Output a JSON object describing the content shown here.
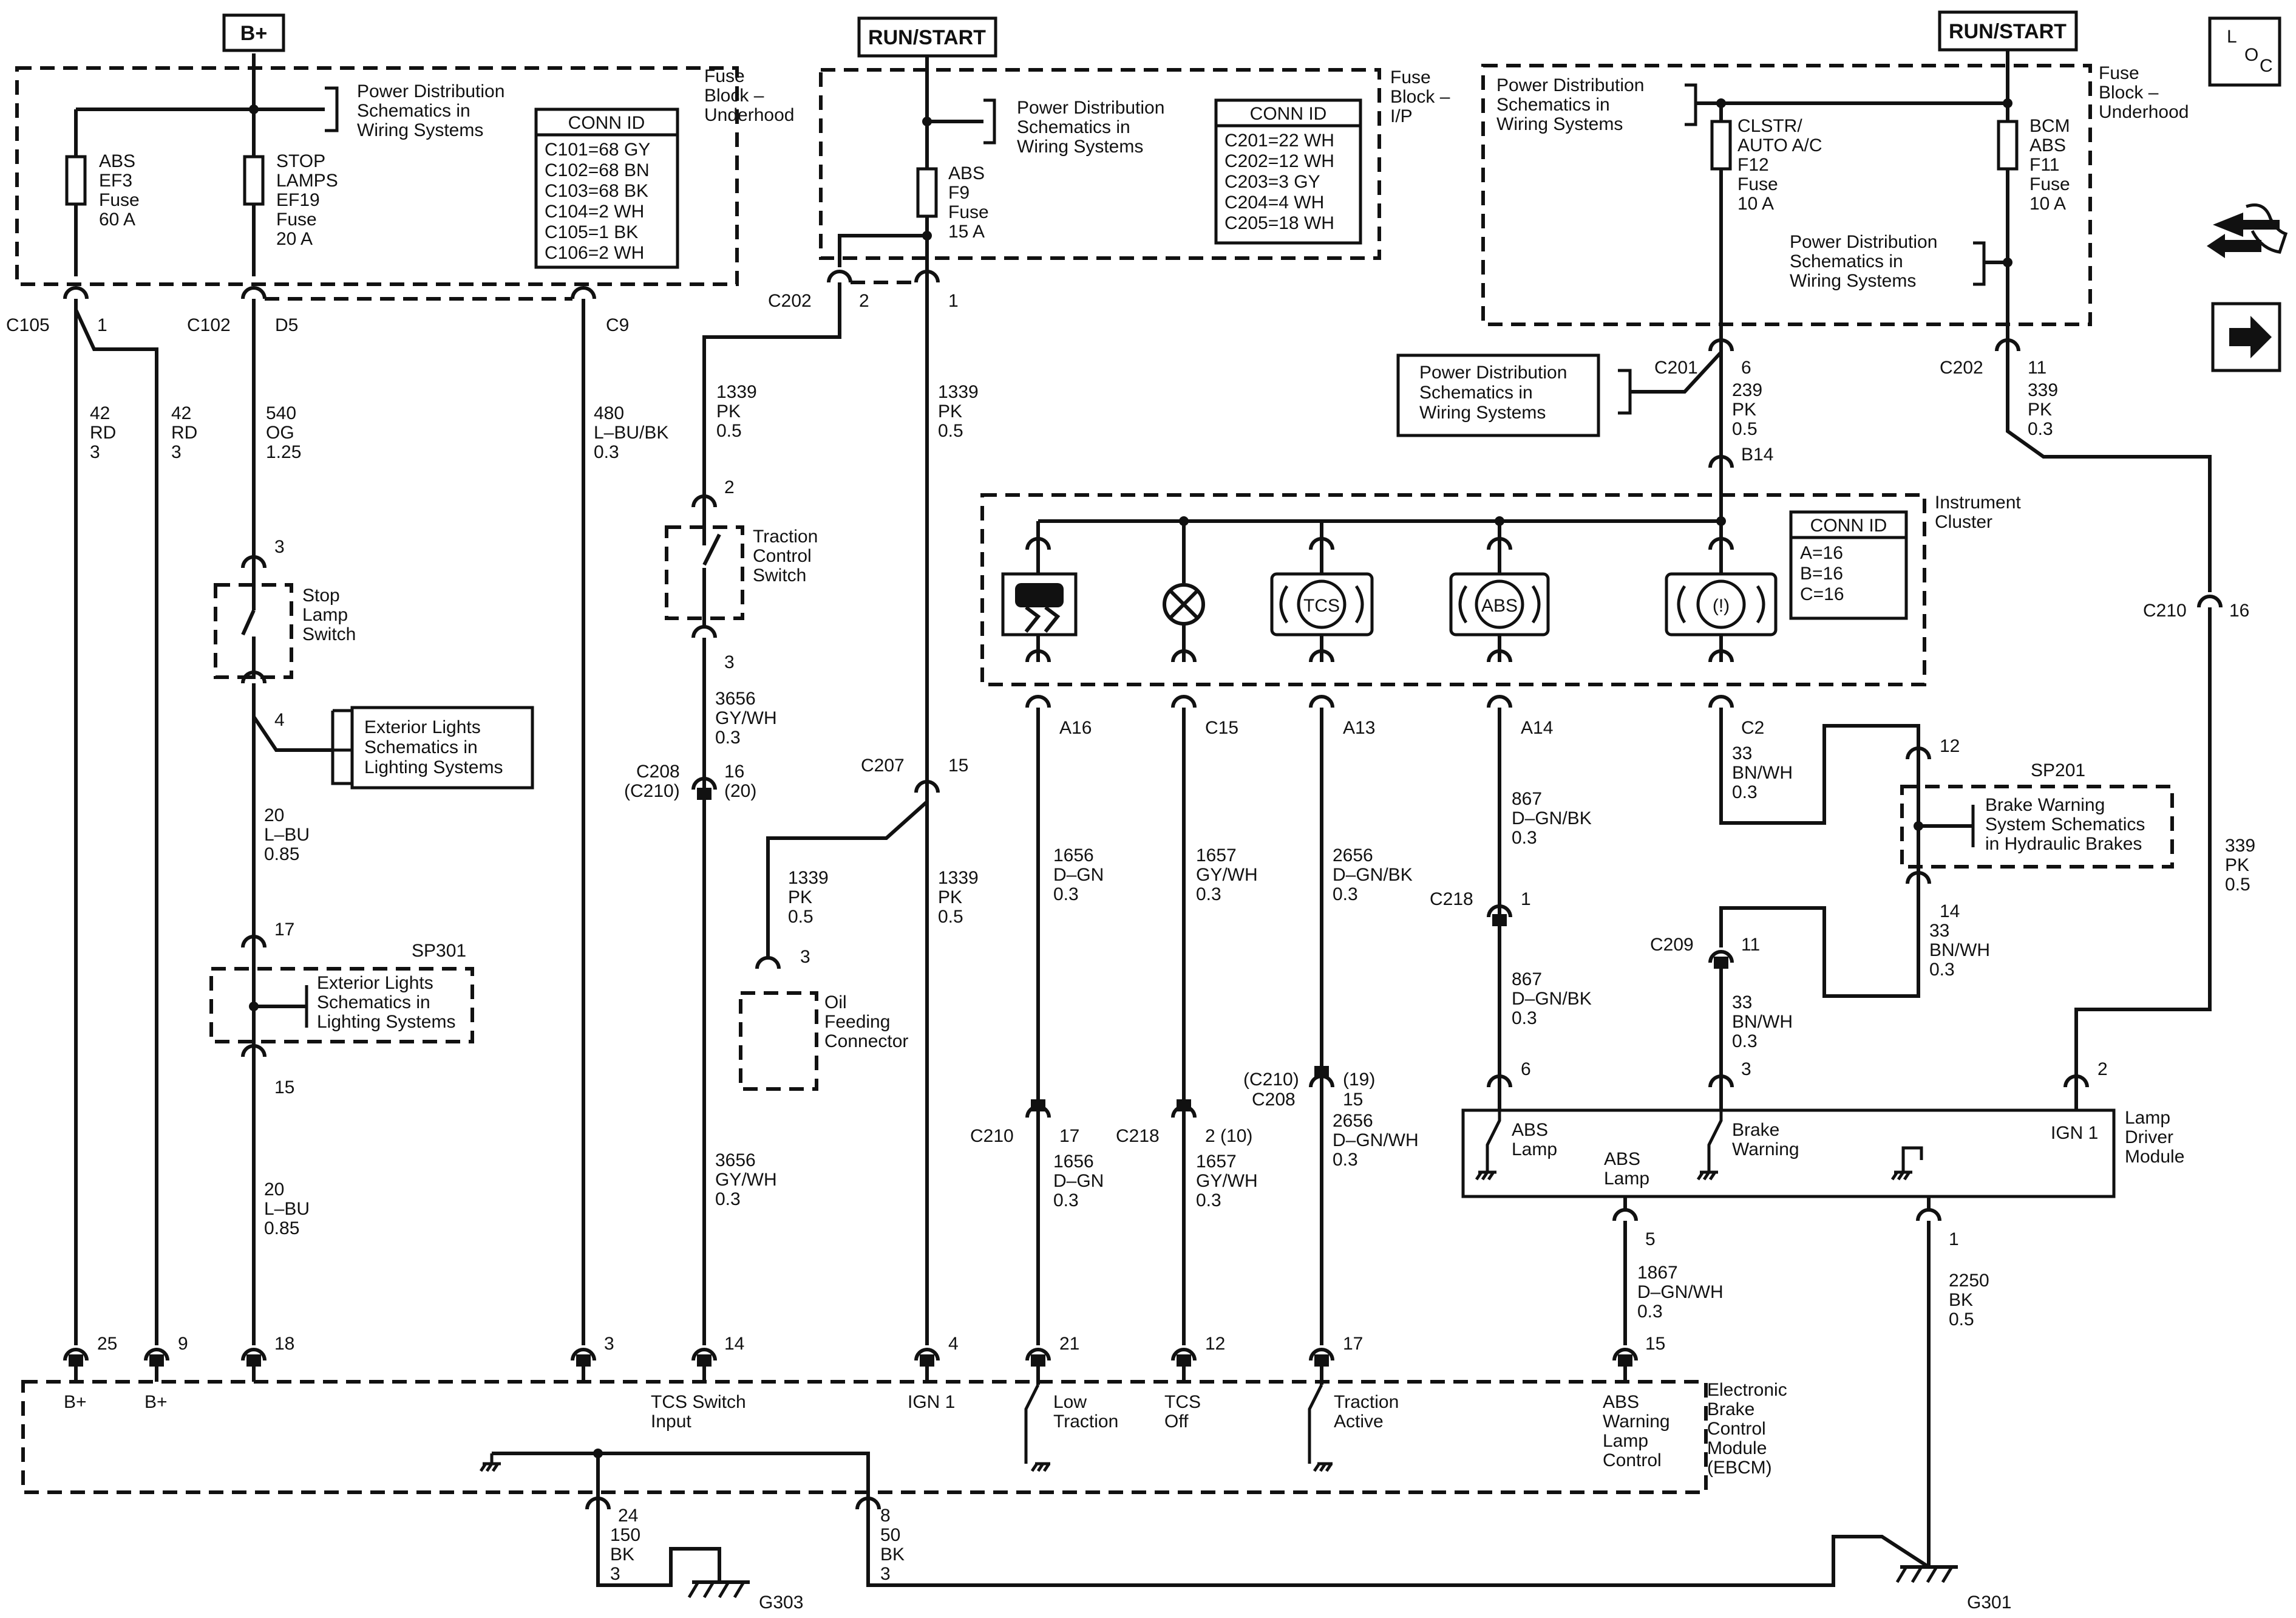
{
  "power_labels": {
    "b_plus": "B+",
    "run_start_ip": "RUN/START",
    "run_start_uh": "RUN/START"
  },
  "fuse_block_underhood_left": {
    "title": [
      "Fuse",
      "Block –",
      "Underhood"
    ],
    "pd_ref": [
      "Power Distribution",
      "Schematics in",
      "Wiring Systems"
    ],
    "fuse_abs": [
      "ABS",
      "EF3",
      "Fuse",
      "60 A"
    ],
    "fuse_stop": [
      "STOP",
      "LAMPS",
      "EF19",
      "Fuse",
      "20 A"
    ],
    "conn_id": {
      "title": "CONN ID",
      "rows": [
        "C101=68 GY",
        "C102=68 BN",
        "C103=68 BK",
        "C104=2 WH",
        "C105=1 BK",
        "C106=2 WH"
      ]
    }
  },
  "fuse_block_ip": {
    "title": [
      "Fuse",
      "Block –",
      "I/P"
    ],
    "pd_ref": [
      "Power Distribution",
      "Schematics in",
      "Wiring Systems"
    ],
    "fuse_abs": [
      "ABS",
      "F9",
      "Fuse",
      "15 A"
    ],
    "conn_id": {
      "title": "CONN ID",
      "rows": [
        "C201=22 WH",
        "C202=12 WH",
        "C203=3 GY",
        "C204=4 WH",
        "C205=18 WH"
      ]
    }
  },
  "fuse_block_underhood_right": {
    "title": [
      "Fuse",
      "Block –",
      "Underhood"
    ],
    "pd_ref_top": [
      "Power Distribution",
      "Schematics in",
      "Wiring Systems"
    ],
    "pd_ref_mid": [
      "Power Distribution",
      "Schematics in",
      "Wiring Systems"
    ],
    "fuse_clstr": [
      "CLSTR/",
      "AUTO A/C",
      "F12",
      "Fuse",
      "10 A"
    ],
    "fuse_bcm": [
      "BCM",
      "ABS",
      "F11",
      "Fuse",
      "10 A"
    ]
  },
  "pd_ref_c201": [
    "Power Distribution",
    "Schematics in",
    "Wiring Systems"
  ],
  "connectors": {
    "c105": "C105",
    "c105_pin": "1",
    "c102": "C102",
    "c102_pin": "D5",
    "c9": "C9",
    "c202_left": "C202",
    "c202_left_pin2": "2",
    "c202_left_pin1": "1",
    "c201": "C201",
    "c201_pin": "6",
    "b14": "B14",
    "c202_right": "C202",
    "c202_right_pin": "11",
    "c208": "C208",
    "c208_alt": "(C210)",
    "c208_pin": "16",
    "c208_pin_alt": "(20)",
    "c207": "C207",
    "c207_pin": "15",
    "c210_right": "C210",
    "c210_right_pin": "16",
    "c218_a": "C218",
    "c218_a_pin": "1",
    "c209": "C209",
    "c209_pin": "11",
    "c210_low": "C210",
    "c210_low_pin": "17",
    "c218_b": "C218",
    "c218_b_pin": "2 (10)",
    "c208_b": "C208",
    "c208_b_alt": "(C210)",
    "c208_b_pin": "15",
    "c208_b_pin_alt": "(19)"
  },
  "wires": {
    "w42_a": [
      "42",
      "RD",
      "3"
    ],
    "w42_b": [
      "42",
      "RD",
      "3"
    ],
    "w540": [
      "540",
      "OG",
      "1.25"
    ],
    "w480": [
      "480",
      "L–BU/BK",
      "0.3"
    ],
    "w1339_a": [
      "1339",
      "PK",
      "0.5"
    ],
    "w1339_b": [
      "1339",
      "PK",
      "0.5"
    ],
    "w1339_c": [
      "1339",
      "PK",
      "0.5"
    ],
    "w1339_d": [
      "1339",
      "PK",
      "0.5"
    ],
    "w3656_a": [
      "3656",
      "GY/WH",
      "0.3"
    ],
    "w3656_b": [
      "3656",
      "GY/WH",
      "0.3"
    ],
    "w20_a": [
      "20",
      "L–BU",
      "0.85"
    ],
    "w20_b": [
      "20",
      "L–BU",
      "0.85"
    ],
    "w239": [
      "239",
      "PK",
      "0.5"
    ],
    "w339_a": [
      "339",
      "PK",
      "0.3"
    ],
    "w339_b": [
      "339",
      "PK",
      "0.5"
    ],
    "w1656_a": [
      "1656",
      "D–GN",
      "0.3"
    ],
    "w1656_b": [
      "1656",
      "D–GN",
      "0.3"
    ],
    "w1657_a": [
      "1657",
      "GY/WH",
      "0.3"
    ],
    "w1657_b": [
      "1657",
      "GY/WH",
      "0.3"
    ],
    "w2656_a": [
      "2656",
      "D–GN/BK",
      "0.3"
    ],
    "w2656_b": [
      "2656",
      "D–GN/WH",
      "0.3"
    ],
    "w867_a": [
      "867",
      "D–GN/BK",
      "0.3"
    ],
    "w867_b": [
      "867",
      "D–GN/BK",
      "0.3"
    ],
    "w33_a": [
      "33",
      "BN/WH",
      "0.3"
    ],
    "w33_b": [
      "33",
      "BN/WH",
      "0.3"
    ],
    "w33_c": [
      "33",
      "BN/WH",
      "0.3"
    ],
    "w1867": [
      "1867",
      "D–GN/WH",
      "0.3"
    ],
    "w2250": [
      "2250",
      "BK",
      "0.5"
    ],
    "w150": [
      "24",
      "150",
      "BK",
      "3"
    ],
    "w50": [
      "8",
      "50",
      "BK",
      "3"
    ]
  },
  "pins": {
    "stop_3": "3",
    "stop_4": "4",
    "sp301_17": "17",
    "sp301_15": "15",
    "tcs_2": "2",
    "tcs_3": "3",
    "oil_3": "3",
    "ic_a16": "A16",
    "ic_c15": "C15",
    "ic_a13": "A13",
    "ic_a14": "A14",
    "ic_c2": "C2",
    "sp201_12": "12",
    "sp201_14": "14",
    "ldm_6": "6",
    "ldm_3": "3",
    "ldm_2": "2",
    "ldm_5": "5",
    "ldm_1": "1",
    "ebcm_25": "25",
    "ebcm_9": "9",
    "ebcm_18": "18",
    "ebcm_3": "3",
    "ebcm_14": "14",
    "ebcm_4": "4",
    "ebcm_21": "21",
    "ebcm_12": "12",
    "ebcm_17": "17",
    "ebcm_15": "15"
  },
  "components": {
    "stop_lamp_switch": [
      "Stop",
      "Lamp",
      "Switch"
    ],
    "exterior_ref_1": [
      "Exterior Lights",
      "Schematics in",
      "Lighting Systems"
    ],
    "exterior_ref_2": [
      "Exterior Lights",
      "Schematics in",
      "Lighting Systems"
    ],
    "sp301": "SP301",
    "traction_control_switch": [
      "Traction",
      "Control",
      "Switch"
    ],
    "oil_feeding": [
      "Oil",
      "Feeding",
      "Connector"
    ],
    "instrument_cluster": [
      "Instrument",
      "Cluster"
    ],
    "ic_conn_id": {
      "title": "CONN ID",
      "rows": [
        "A=16",
        "B=16",
        "C=16"
      ]
    },
    "tcs_icon": "TCS",
    "abs_icon": "ABS",
    "brake_icon": "(!)",
    "sp201": "SP201",
    "brake_warning_ref": [
      "Brake Warning",
      "System Schematics",
      "in Hydraulic Brakes"
    ],
    "lamp_driver_module": [
      "Lamp",
      "Driver",
      "Module"
    ],
    "ldm_abs_lamp_in": [
      "ABS",
      "Lamp"
    ],
    "ldm_abs_lamp_out": [
      "ABS",
      "Lamp"
    ],
    "ldm_brake_warning": [
      "Brake",
      "Warning"
    ],
    "ldm_ign1": "IGN 1",
    "ebcm": [
      "Electronic",
      "Brake",
      "Control",
      "Module",
      "(EBCM)"
    ],
    "ebcm_b_plus_1": "B+",
    "ebcm_b_plus_2": "B+",
    "ebcm_tcs_switch": [
      "TCS Switch",
      "Input"
    ],
    "ebcm_ign1": "IGN 1",
    "ebcm_low_traction": [
      "Low",
      "Traction"
    ],
    "ebcm_tcs_off": [
      "TCS",
      "Off"
    ],
    "ebcm_traction_active": [
      "Traction",
      "Active"
    ],
    "ebcm_abs_warning": [
      "ABS",
      "Warning",
      "Lamp",
      "Control"
    ],
    "g303": "G303",
    "g301": "G301"
  },
  "corner": {
    "loc": [
      "L",
      "O",
      "C"
    ]
  }
}
